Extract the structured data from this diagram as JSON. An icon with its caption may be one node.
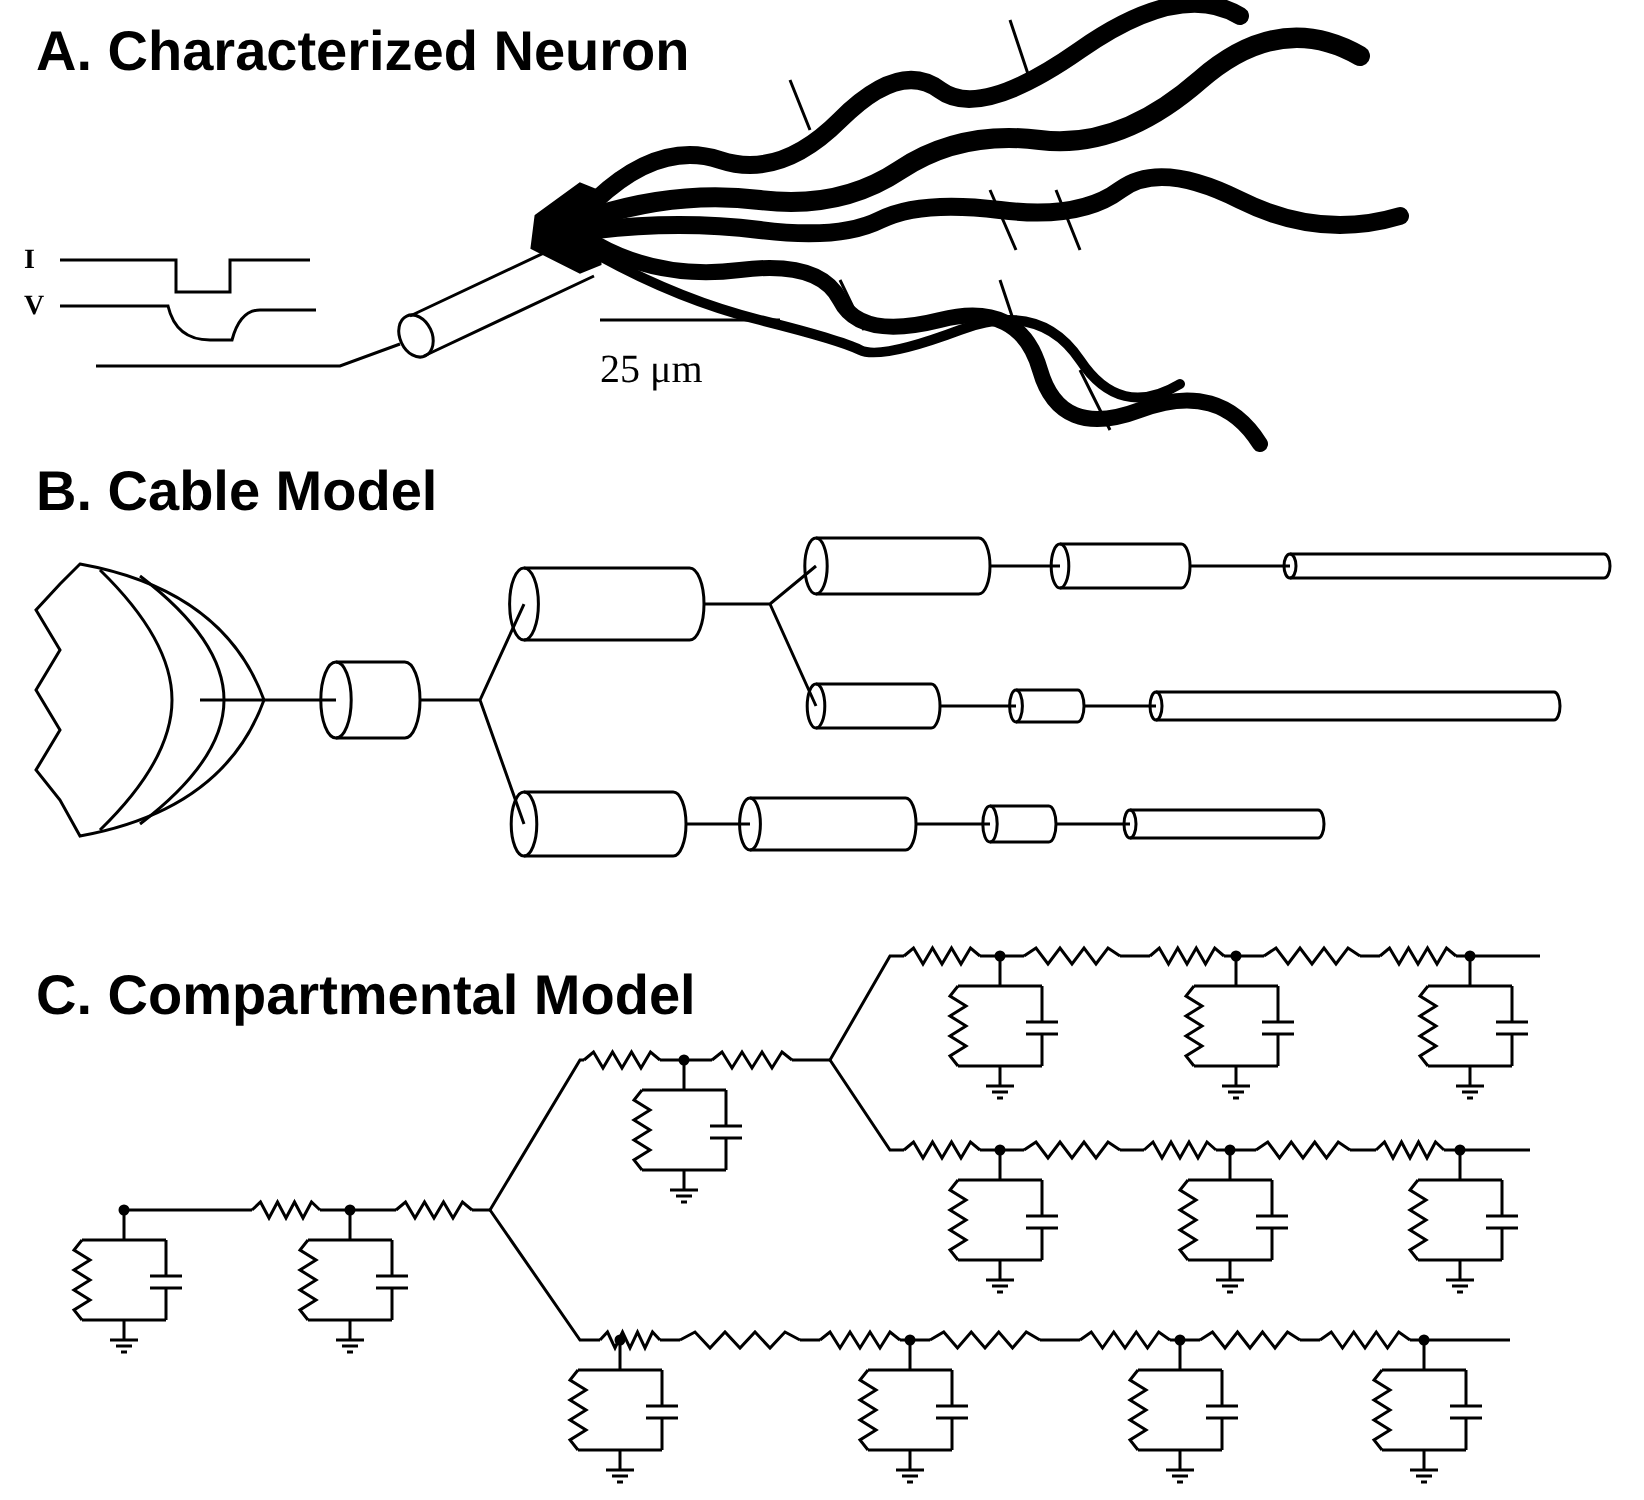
{
  "diagram": {
    "labels": [
      "A. Characterized Neuron",
      "I",
      "V",
      "25 μm",
      "B. Cable Model",
      "C. Compartmental Model"
    ]
  }
}
